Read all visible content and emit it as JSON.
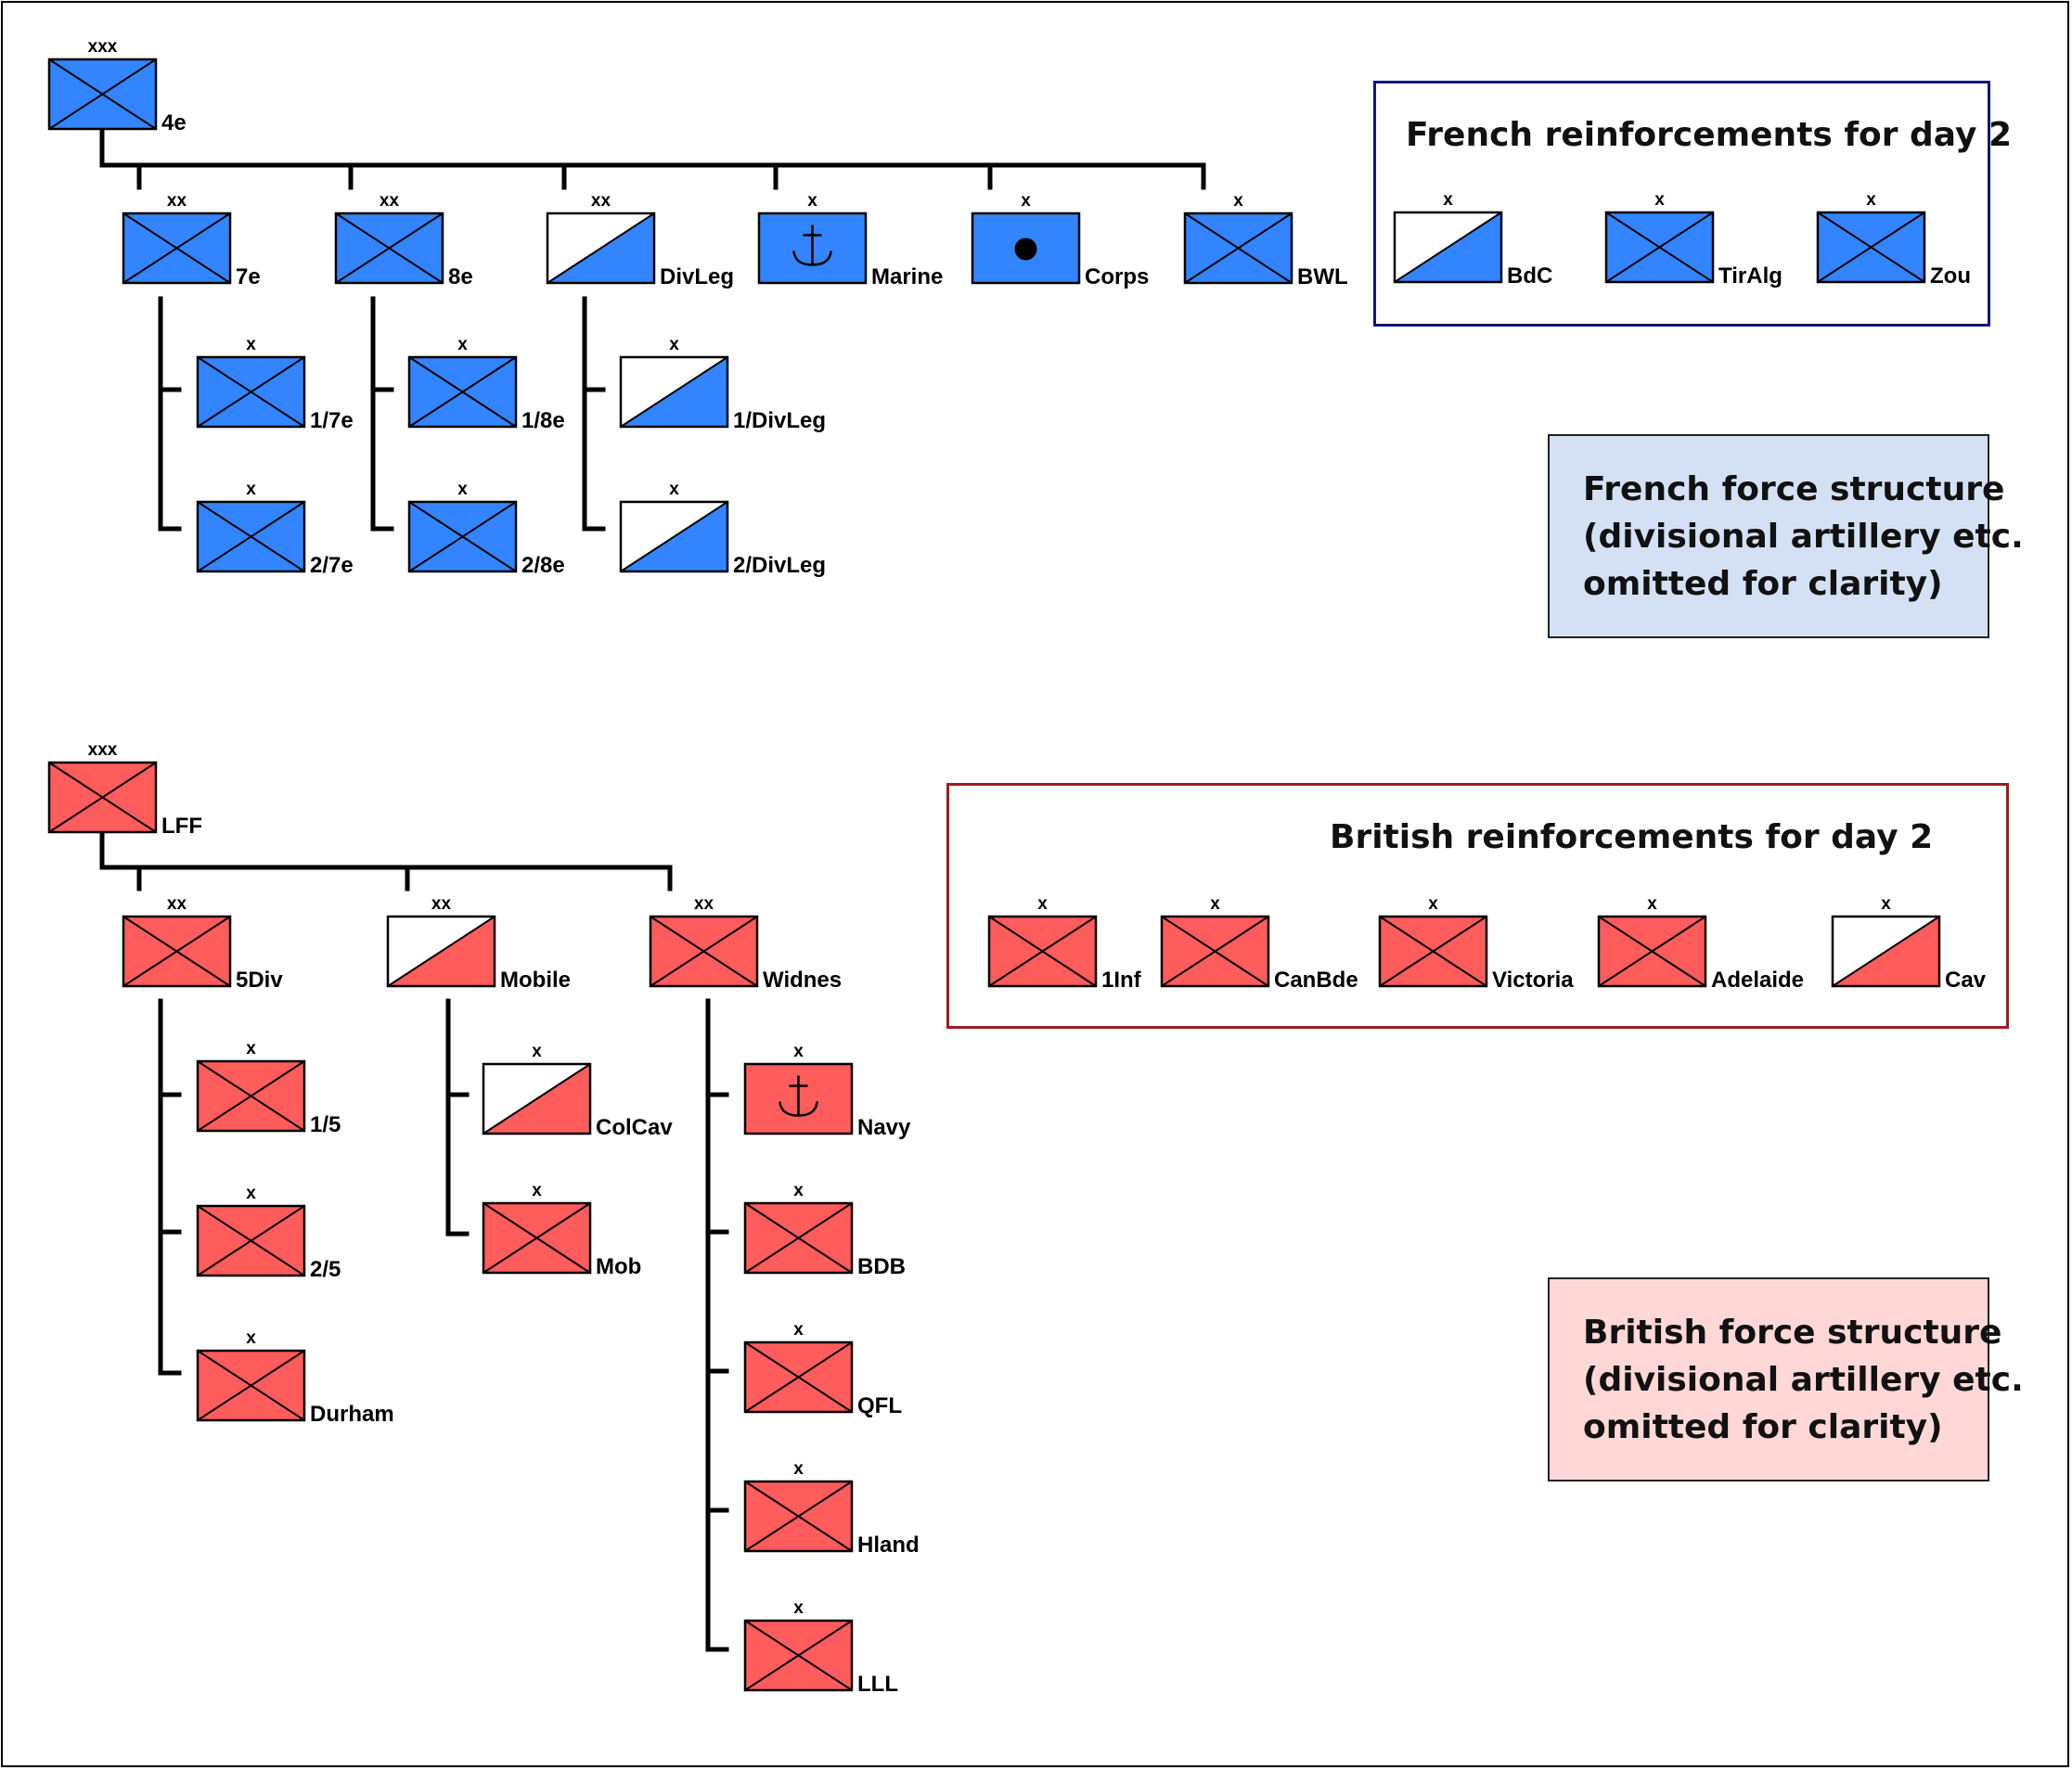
{
  "colors": {
    "french": "#3385ff",
    "british": "#ff5c5c",
    "french_note_bg": "#d4e1f5",
    "british_note_bg": "#ffd7d7",
    "french_panel_border": "#14147a",
    "british_panel_border": "#a01c1c"
  },
  "french": {
    "reinforcements_title": "French reinforcements for day 2",
    "note": [
      "French force structure",
      "(divisional artillery etc.",
      "omitted for clarity)"
    ],
    "units": {
      "corps": {
        "echelon": "xxx",
        "label": "4e",
        "type": "infantry"
      },
      "div7": {
        "echelon": "xx",
        "label": "7e",
        "type": "infantry"
      },
      "div8": {
        "echelon": "xx",
        "label": "8e",
        "type": "infantry"
      },
      "divleg": {
        "echelon": "xx",
        "label": "DivLeg",
        "type": "cavalry"
      },
      "marine": {
        "echelon": "x",
        "label": "Marine",
        "type": "naval"
      },
      "corpsbde": {
        "echelon": "x",
        "label": "Corps",
        "type": "dot"
      },
      "bwl": {
        "echelon": "x",
        "label": "BWL",
        "type": "infantry"
      },
      "b17": {
        "echelon": "x",
        "label": "1/7e",
        "type": "infantry"
      },
      "b27": {
        "echelon": "x",
        "label": "2/7e",
        "type": "infantry"
      },
      "b18": {
        "echelon": "x",
        "label": "1/8e",
        "type": "infantry"
      },
      "b28": {
        "echelon": "x",
        "label": "2/8e",
        "type": "infantry"
      },
      "b1dl": {
        "echelon": "x",
        "label": "1/DivLeg",
        "type": "cavalry"
      },
      "b2dl": {
        "echelon": "x",
        "label": "2/DivLeg",
        "type": "cavalry"
      },
      "bdc": {
        "echelon": "x",
        "label": "BdC",
        "type": "cavalry"
      },
      "tiralg": {
        "echelon": "x",
        "label": "TirAlg",
        "type": "infantry"
      },
      "zou": {
        "echelon": "x",
        "label": "Zou",
        "type": "infantry"
      }
    }
  },
  "british": {
    "reinforcements_title": "British reinforcements for day 2",
    "note": [
      "British force structure",
      "(divisional artillery etc.",
      "omitted for clarity)"
    ],
    "units": {
      "lff": {
        "echelon": "xxx",
        "label": "LFF",
        "type": "infantry"
      },
      "div5": {
        "echelon": "xx",
        "label": "5Div",
        "type": "infantry"
      },
      "mobile": {
        "echelon": "xx",
        "label": "Mobile",
        "type": "cavalry"
      },
      "widnes": {
        "echelon": "xx",
        "label": "Widnes",
        "type": "infantry"
      },
      "b15": {
        "echelon": "x",
        "label": "1/5",
        "type": "infantry"
      },
      "b25": {
        "echelon": "x",
        "label": "2/5",
        "type": "infantry"
      },
      "durham": {
        "echelon": "x",
        "label": "Durham",
        "type": "infantry"
      },
      "colcav": {
        "echelon": "x",
        "label": "ColCav",
        "type": "cavalry"
      },
      "mob": {
        "echelon": "x",
        "label": "Mob",
        "type": "infantry"
      },
      "navy": {
        "echelon": "x",
        "label": "Navy",
        "type": "naval"
      },
      "bdb": {
        "echelon": "x",
        "label": "BDB",
        "type": "infantry"
      },
      "qfl": {
        "echelon": "x",
        "label": "QFL",
        "type": "infantry"
      },
      "hland": {
        "echelon": "x",
        "label": "Hland",
        "type": "infantry"
      },
      "lll": {
        "echelon": "x",
        "label": "LLL",
        "type": "infantry"
      },
      "inf1": {
        "echelon": "x",
        "label": "1Inf",
        "type": "infantry"
      },
      "canbde": {
        "echelon": "x",
        "label": "CanBde",
        "type": "infantry"
      },
      "victoria": {
        "echelon": "x",
        "label": "Victoria",
        "type": "infantry"
      },
      "adelaide": {
        "echelon": "x",
        "label": "Adelaide",
        "type": "infantry"
      },
      "cav": {
        "echelon": "x",
        "label": "Cav",
        "type": "cavalry"
      }
    }
  }
}
